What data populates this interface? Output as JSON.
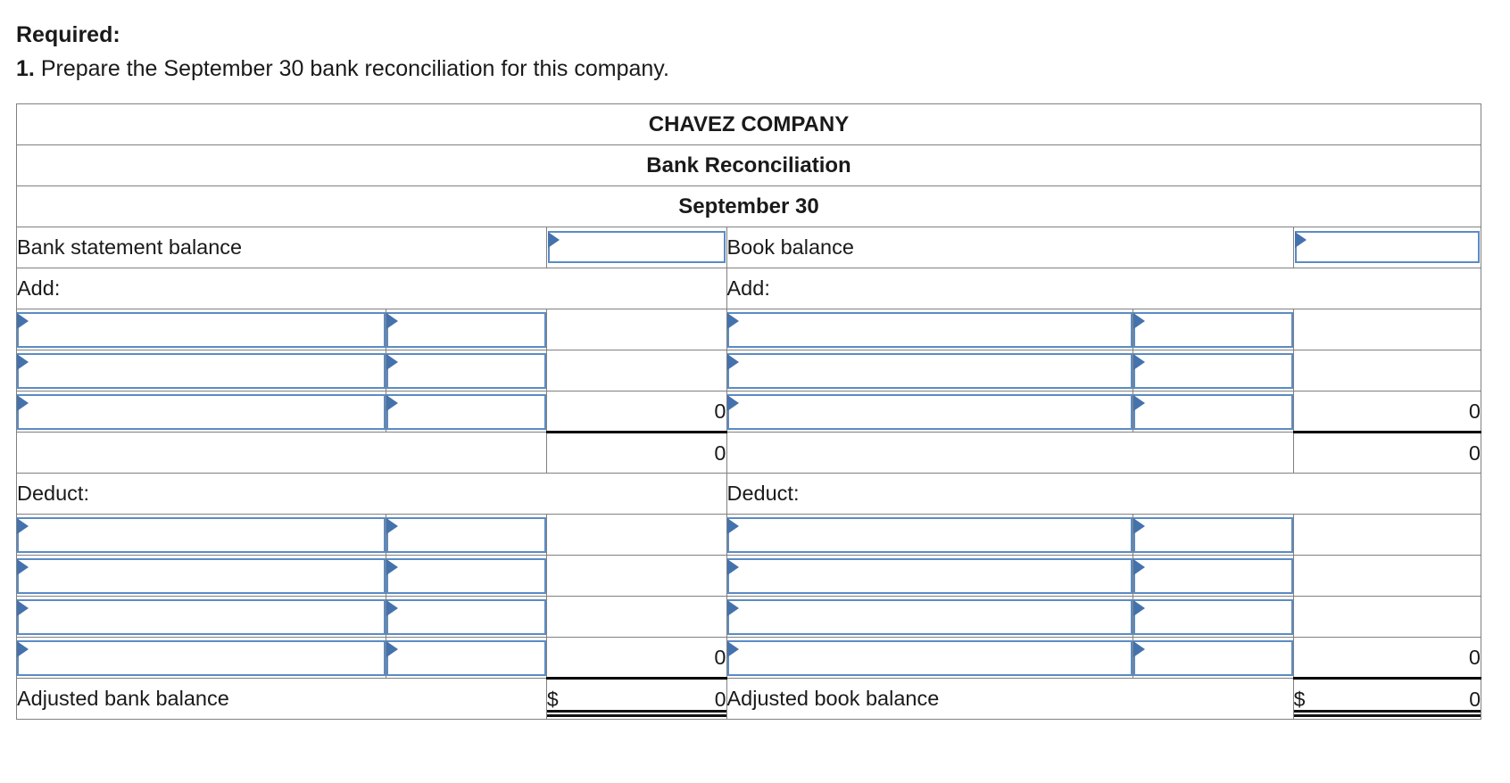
{
  "prompt": {
    "required_label": "Required:",
    "question_number": "1.",
    "question_text": "Prepare the September 30 bank reconciliation for this company."
  },
  "header": {
    "company": "CHAVEZ COMPANY",
    "statement": "Bank Reconciliation",
    "date": "September 30"
  },
  "left": {
    "balance_label": "Bank statement balance",
    "balance_value": "",
    "add_label": "Add:",
    "add_rows": [
      {
        "desc": "",
        "amount": "",
        "total": ""
      },
      {
        "desc": "",
        "amount": "",
        "total": ""
      },
      {
        "desc": "",
        "amount": "",
        "total": "0"
      }
    ],
    "add_subtotal": "0",
    "deduct_label": "Deduct:",
    "deduct_rows": [
      {
        "desc": "",
        "amount": "",
        "total": ""
      },
      {
        "desc": "",
        "amount": "",
        "total": ""
      },
      {
        "desc": "",
        "amount": "",
        "total": ""
      },
      {
        "desc": "",
        "amount": "",
        "total": "0"
      }
    ],
    "adjusted_label": "Adjusted bank balance",
    "adjusted_currency": "$",
    "adjusted_value": "0"
  },
  "right": {
    "balance_label": "Book balance",
    "balance_value": "",
    "add_label": "Add:",
    "add_rows": [
      {
        "desc": "",
        "amount": "",
        "total": ""
      },
      {
        "desc": "",
        "amount": "",
        "total": ""
      },
      {
        "desc": "",
        "amount": "",
        "total": "0"
      }
    ],
    "add_subtotal": "0",
    "deduct_label": "Deduct:",
    "deduct_rows": [
      {
        "desc": "",
        "amount": "",
        "total": ""
      },
      {
        "desc": "",
        "amount": "",
        "total": ""
      },
      {
        "desc": "",
        "amount": "",
        "total": ""
      },
      {
        "desc": "",
        "amount": "",
        "total": "0"
      }
    ],
    "adjusted_label": "Adjusted book balance",
    "adjusted_currency": "$",
    "adjusted_value": "0"
  },
  "colors": {
    "header_fill": "#83aade",
    "field_border": "#5b8bc4",
    "field_marker": "#4472ad",
    "grid_line": "#808080"
  }
}
